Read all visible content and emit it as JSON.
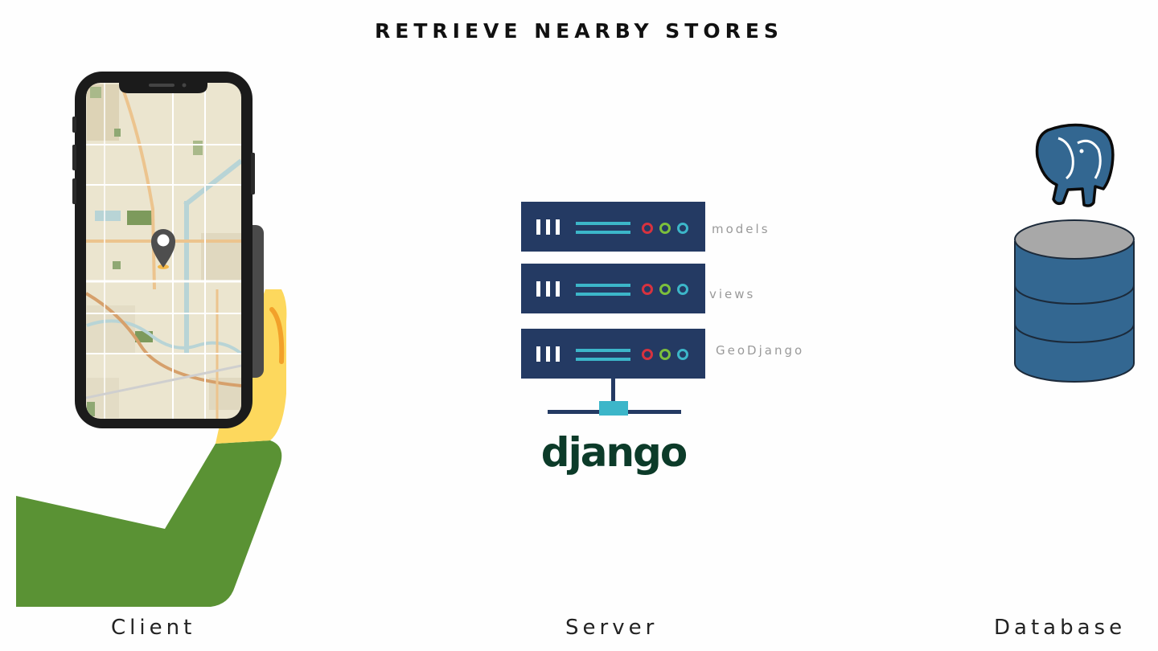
{
  "title": "RETRIEVE NEARBY STORES",
  "captions": {
    "client": "Client",
    "server": "Server",
    "database": "Database"
  },
  "server": {
    "layers": [
      "models",
      "views",
      "GeoDjango"
    ],
    "logo_text": "django"
  },
  "icons": {
    "phone": "smartphone-map-icon",
    "pin": "map-pin-icon",
    "server": "server-rack-icon",
    "database": "database-cylinder-icon",
    "postgres": "postgresql-elephant-icon"
  },
  "colors": {
    "server_navy": "#243a63",
    "server_cyan": "#3cb6c9",
    "led_red": "#d7323f",
    "led_green": "#7cbf3c",
    "led_teal": "#3cb6c9",
    "db_blue": "#336791",
    "db_top": "#a8a8a8",
    "hand": "#fdd85d",
    "sleeve": "#5a9234",
    "map_bg": "#ebe5cf"
  }
}
